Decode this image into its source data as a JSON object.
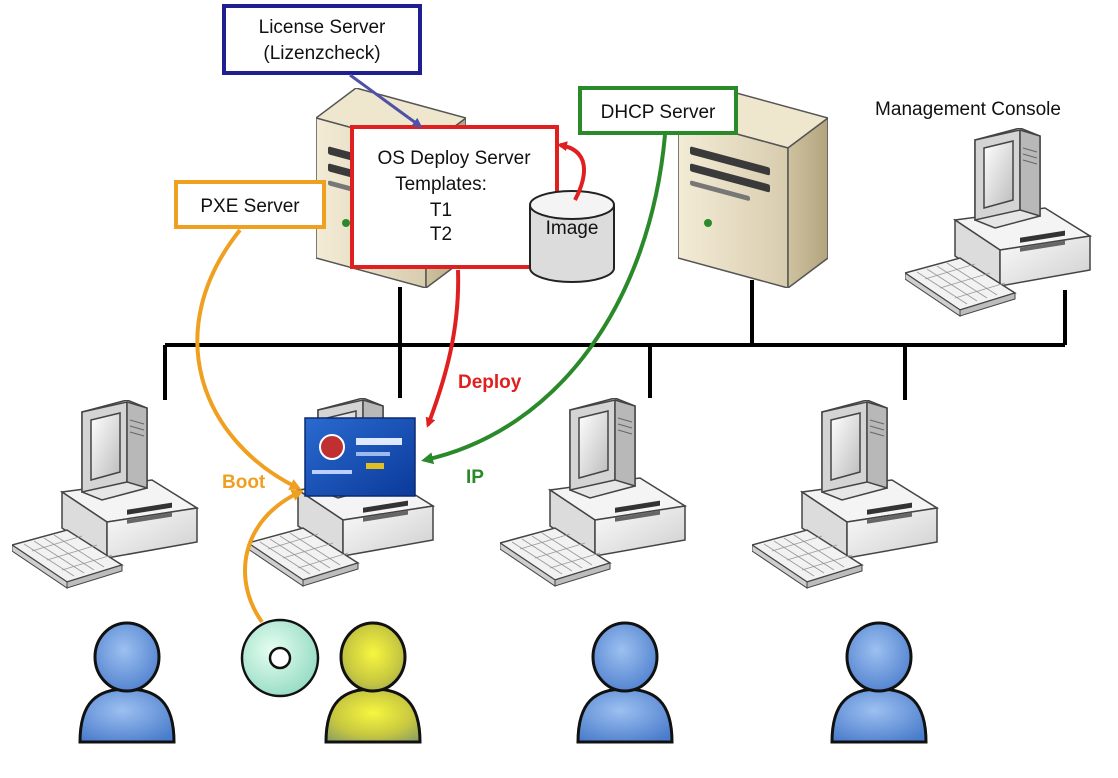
{
  "labels": {
    "license_server_line1": "License Server",
    "license_server_line2": "(Lizenzcheck)",
    "dhcp_server": "DHCP Server",
    "management_console": "Management Console",
    "pxe_server": "PXE Server",
    "os_deploy_line1": "OS Deploy Server",
    "os_deploy_line2": "Templates:",
    "template_1": "T1",
    "template_2": "T2",
    "image": "Image",
    "deploy": "Deploy",
    "boot": "Boot",
    "ip": "IP"
  },
  "colors": {
    "license_border": "#1f1f8f",
    "license_arrow": "#5050a8",
    "os_deploy_border": "#e02020",
    "deploy_arrow": "#e02020",
    "dhcp_border": "#2a8a2a",
    "ip_arrow": "#2a8a2a",
    "pxe_border": "#f0a020",
    "boot_arrow": "#f0a020",
    "network_line": "#000000",
    "user_blue": "#5b8fd8",
    "user_yellow": "#d8d830",
    "cd": "#a8e8d0"
  },
  "icons": {
    "server_tower": "server-tower-icon",
    "workstation": "workstation-icon",
    "user": "user-icon",
    "cd": "cd-disc-icon",
    "database": "database-icon",
    "boot_screen": "boot-screen-icon"
  }
}
